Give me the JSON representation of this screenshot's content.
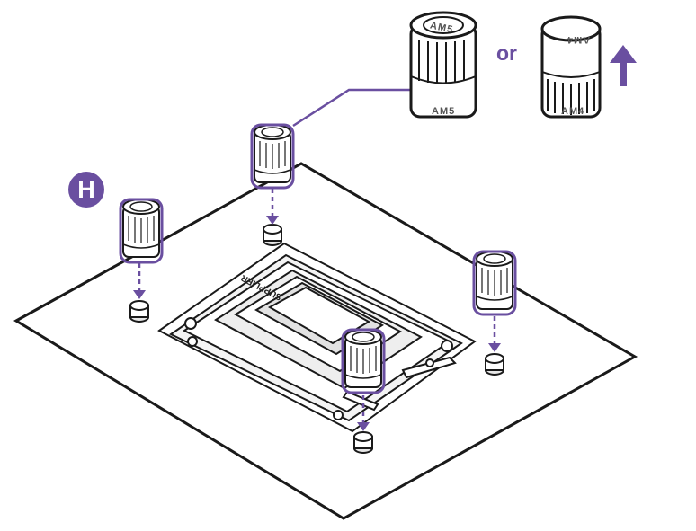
{
  "step_label": "H",
  "connector_word": "or",
  "standoff_top_label_a": "AM5",
  "standoff_top_label_b": "AM4",
  "standoff_bottom_label_a": "AM5",
  "standoff_bottom_label_b": "AM4",
  "socket_marking": "SUPPLIER",
  "colors": {
    "accent": "#6a4fa0",
    "line": "#1a1a1a",
    "fill": "#ffffff",
    "shade": "#d9d9d9"
  },
  "icons": [
    "arrow-up-icon",
    "arrow-down-icon"
  ]
}
